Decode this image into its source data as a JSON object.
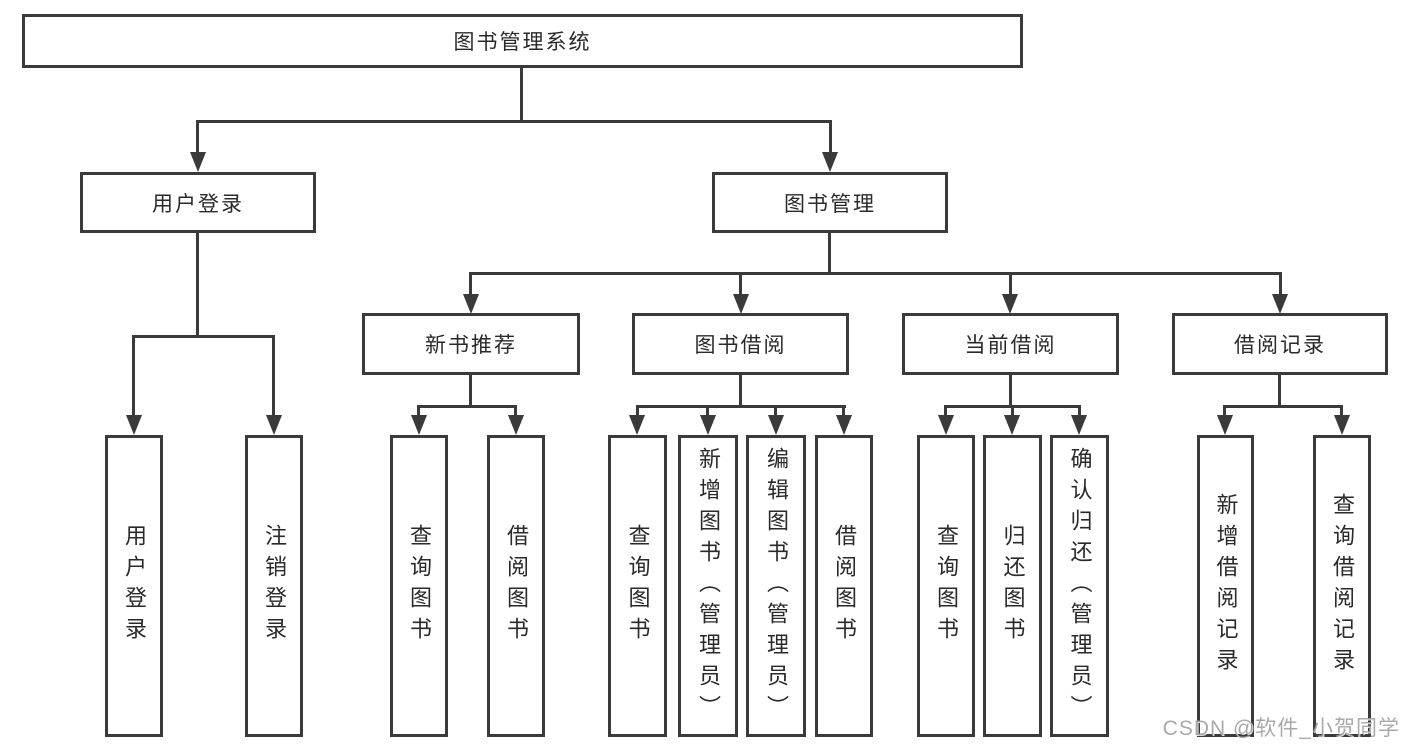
{
  "colors": {
    "line": "#3a3a3a",
    "node_border": "#3a3a3a",
    "node_fill": "#ffffff",
    "text": "#2a2a2a",
    "watermark": "#a0a0a0"
  },
  "diagram": {
    "type": "hierarchy-tree",
    "nodes": {
      "root": {
        "label": "图书管理系统"
      },
      "level2": [
        {
          "label": "用户登录",
          "parent": "图书管理系统"
        },
        {
          "label": "图书管理",
          "parent": "图书管理系统"
        }
      ],
      "level3": [
        {
          "label": "新书推荐",
          "parent": "图书管理"
        },
        {
          "label": "图书借阅",
          "parent": "图书管理"
        },
        {
          "label": "当前借阅",
          "parent": "图书管理"
        },
        {
          "label": "借阅记录",
          "parent": "图书管理"
        }
      ],
      "leaves": [
        {
          "label": "用户登录",
          "parent": "用户登录"
        },
        {
          "label": "注销登录",
          "parent": "用户登录"
        },
        {
          "label": "查询图书",
          "parent": "新书推荐"
        },
        {
          "label": "借阅图书",
          "parent": "新书推荐"
        },
        {
          "label": "查询图书",
          "parent": "图书借阅"
        },
        {
          "label": "新增图书（管理员）",
          "parent": "图书借阅"
        },
        {
          "label": "编辑图书（管理员）",
          "parent": "图书借阅"
        },
        {
          "label": "借阅图书",
          "parent": "图书借阅"
        },
        {
          "label": "查询图书",
          "parent": "当前借阅"
        },
        {
          "label": "归还图书",
          "parent": "当前借阅"
        },
        {
          "label": "确认归还（管理员）",
          "parent": "当前借阅"
        },
        {
          "label": "新增借阅记录",
          "parent": "借阅记录"
        },
        {
          "label": "查询借阅记录",
          "parent": "借阅记录"
        }
      ]
    }
  },
  "watermark": {
    "text": "CSDN @软件_小贺同学"
  }
}
